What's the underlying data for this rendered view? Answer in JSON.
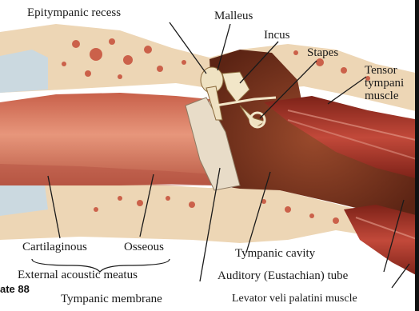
{
  "labels": {
    "epitympanic_recess": "Epitympanic recess",
    "malleus": "Malleus",
    "incus": "Incus",
    "stapes": "Stapes",
    "tensor_line1": "Tensor",
    "tensor_line2": "tympani",
    "tensor_line3": "muscle",
    "cartilaginous": "Cartilaginous",
    "osseous": "Osseous",
    "external_acoustic_meatus": "External acoustic meatus",
    "tympanic_membrane": "Tympanic membrane",
    "tympanic_cavity": "Tympanic cavity",
    "auditory_tube": "Auditory (Eustachian) tube",
    "levator": "Levator veli palatini muscle",
    "plate": "ate 88"
  },
  "colors": {
    "bone": "#edd6b5",
    "bone_pore": "#c8553f",
    "canal": "#d9785e",
    "canal_dark": "#b45040",
    "cartilage": "#cbd9e0",
    "cavity": "#7a3420",
    "muscle": "#a8362a",
    "ossicle": "#efe2c2"
  }
}
